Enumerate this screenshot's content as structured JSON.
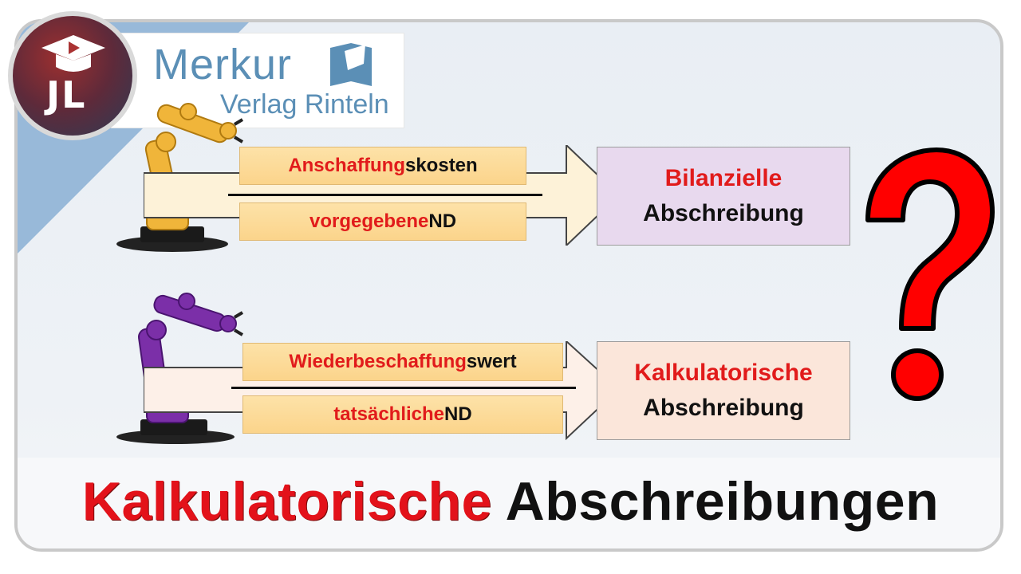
{
  "logo": {
    "brand": "Merkur",
    "sub": "Verlag Rinteln",
    "badge": "JL"
  },
  "row1": {
    "numerator_prefix": "Anschaffung",
    "numerator_suffix": "skosten",
    "denominator_prefix": "vorgegebene ",
    "denominator_suffix": "ND",
    "result_line1": "Bilanzielle",
    "result_line2": "Abschreibung",
    "robot_color": "#f0b53a",
    "result_bg": "#e8d9ee"
  },
  "row2": {
    "numerator_prefix": "Wiederbeschaffung",
    "numerator_suffix": "swert",
    "denominator_prefix": "tatsächliche ",
    "denominator_suffix": "ND",
    "result_line1": "Kalkulatorische",
    "result_line2": "Abschreibung",
    "robot_color": "#7b2fa8",
    "result_bg": "#fbe6da"
  },
  "question_mark_color": "#ff0000",
  "title": {
    "red": "Kalkulatorische",
    "black": "Abschreibungen"
  }
}
